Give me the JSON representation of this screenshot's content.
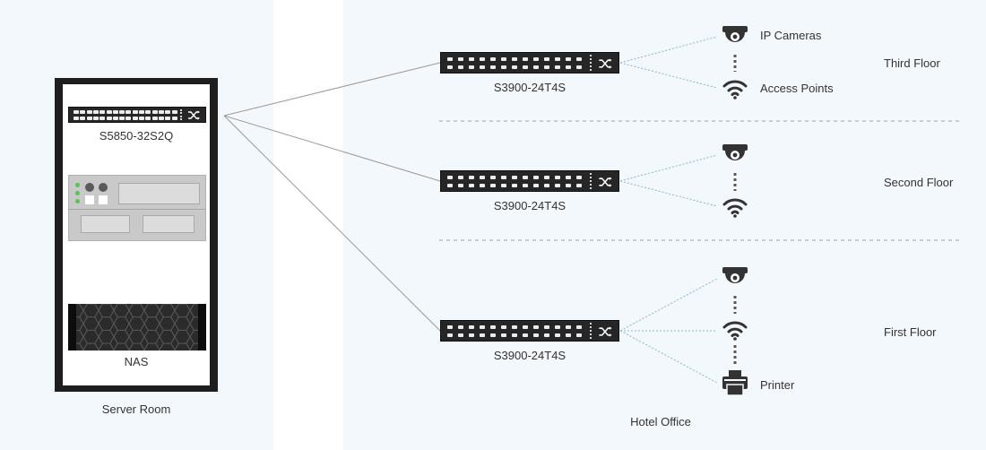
{
  "zones": {
    "server_room": {
      "label": "Server Room"
    },
    "hotel_office": {
      "label": "Hotel Office"
    }
  },
  "devices": {
    "core_switch": {
      "label": "S5850-32S2Q"
    },
    "server": {
      "label": ""
    },
    "nas": {
      "label": "NAS"
    },
    "access_switches": [
      {
        "label": "S3900-24T4S",
        "floor": "Third Floor"
      },
      {
        "label": "S3900-24T4S",
        "floor": "Second Floor"
      },
      {
        "label": "S3900-24T4S",
        "floor": "First Floor"
      }
    ]
  },
  "endpoints": {
    "ip_cameras": "IP Cameras",
    "access_points": "Access Points",
    "printer": "Printer"
  },
  "icons": {
    "camera": "camera-icon",
    "wifi": "wifi-icon",
    "printer": "printer-icon",
    "switch": "shuffle-icon"
  },
  "colors": {
    "zone_background": "#f3f8fd",
    "device_dark": "#262626",
    "uplink_line": "#9a9a9a",
    "endpoint_line": "#8fb3c9",
    "floor_divider": "#9aa3ab",
    "status_led": "#58c258"
  }
}
